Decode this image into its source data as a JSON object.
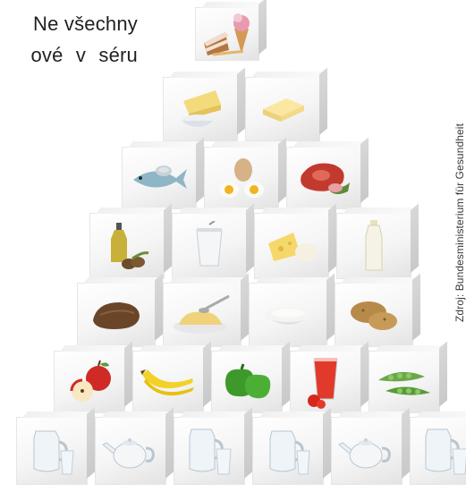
{
  "text": {
    "line1": "Ne všechny",
    "line2": "ové v séru"
  },
  "source": "Zdroj: Bundesministerium für Gesundheit",
  "pyramid": {
    "rows": [
      {
        "tier": "sweets",
        "cubes": [
          "sweets-icon"
        ]
      },
      {
        "tier": "fats",
        "cubes": [
          "cheese-cream-icon",
          "butter-icon"
        ]
      },
      {
        "tier": "protein",
        "cubes": [
          "fish-icon",
          "eggs-icon",
          "meat-icon"
        ]
      },
      {
        "tier": "dairy-oil",
        "cubes": [
          "oil-bottle-icon",
          "yogurt-cup-icon",
          "cheese-icon",
          "milk-bottle-icon"
        ]
      },
      {
        "tier": "carbs",
        "cubes": [
          "bread-icon",
          "pasta-icon",
          "rice-icon",
          "potato-icon"
        ]
      },
      {
        "tier": "produce",
        "cubes": [
          "apple-icon",
          "banana-icon",
          "pepper-icon",
          "tomato-juice-icon",
          "peas-icon"
        ]
      },
      {
        "tier": "drinks",
        "cubes": [
          "water-jug-icon",
          "teapot-icon",
          "jug-glass-icon",
          "water-jug-icon",
          "teapot-icon",
          "jug-glass-icon"
        ]
      }
    ]
  }
}
